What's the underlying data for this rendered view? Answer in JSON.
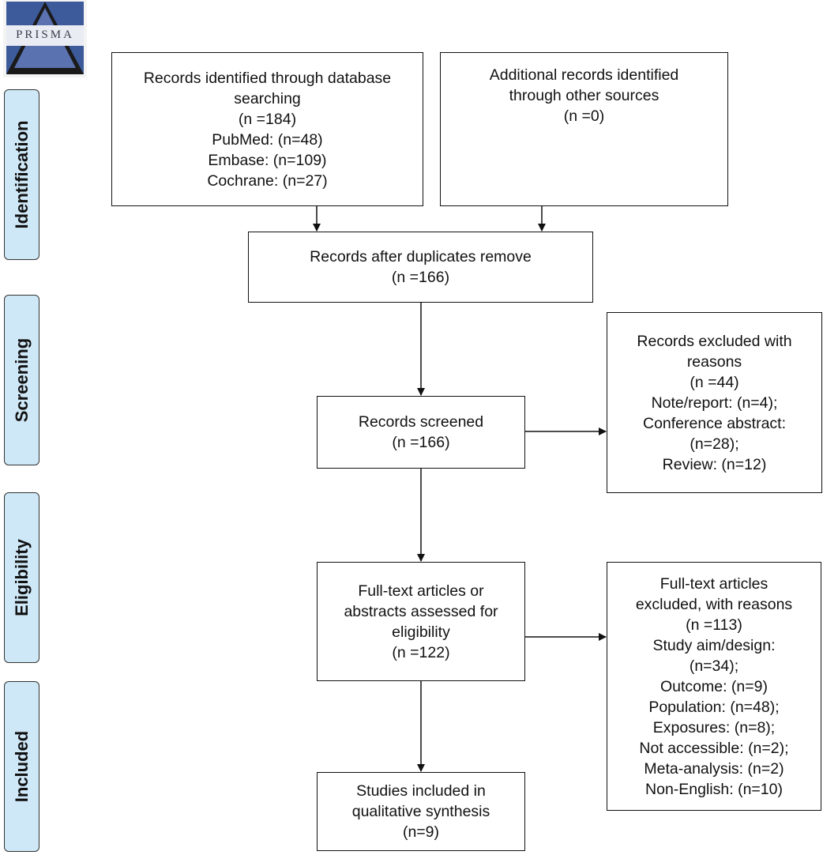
{
  "logo": {
    "text": "PRISMA"
  },
  "stages": [
    {
      "label": "Identification"
    },
    {
      "label": "Screening"
    },
    {
      "label": "Eligibility"
    },
    {
      "label": "Included"
    }
  ],
  "boxes": {
    "db_search": [
      "Records identified through database",
      "searching",
      "(n =184)",
      "PubMed: (n=48)",
      "Embase: (n=109)",
      "Cochrane: (n=27)"
    ],
    "other_sources": [
      "Additional records identified",
      "through other sources",
      "(n =0)"
    ],
    "after_duplicates": [
      "Records after duplicates remove",
      "(n =166)"
    ],
    "screened": [
      "Records screened",
      "(n =166)"
    ],
    "excluded_screening": [
      "Records excluded with",
      "reasons",
      "(n =44)",
      "Note/report: (n=4);",
      "Conference abstract:",
      "(n=28);",
      "Review: (n=12)"
    ],
    "fulltext": [
      "Full-text articles or",
      "abstracts assessed for",
      "eligibility",
      "(n =122)"
    ],
    "excluded_fulltext": [
      "Full-text articles",
      "excluded, with reasons",
      "(n =113)",
      "Study aim/design:",
      "(n=34);",
      "Outcome: (n=9)",
      "Population: (n=48);",
      "Exposures: (n=8);",
      "Not accessible: (n=2);",
      "Meta-analysis: (n=2)",
      "Non-English: (n=10)"
    ],
    "included": [
      "Studies included in",
      "qualitative synthesis",
      "(n=9)"
    ]
  }
}
